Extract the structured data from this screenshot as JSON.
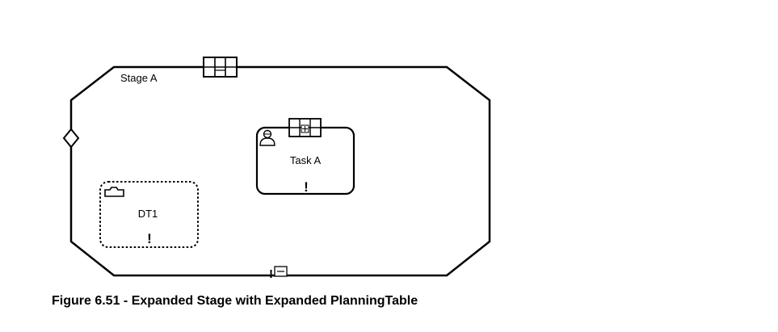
{
  "stage": {
    "label": "Stage A"
  },
  "task": {
    "label": "Task A"
  },
  "discretionary_task": {
    "label": "DT1"
  },
  "markers": {
    "required": "!"
  },
  "icons": {
    "planning_table": "planning-table-icon",
    "human_task": "human-icon",
    "decision_task": "folder-icon",
    "entry_criterion": "diamond-icon"
  },
  "caption": "Figure 6.51 - Expanded Stage with Expanded PlanningTable"
}
